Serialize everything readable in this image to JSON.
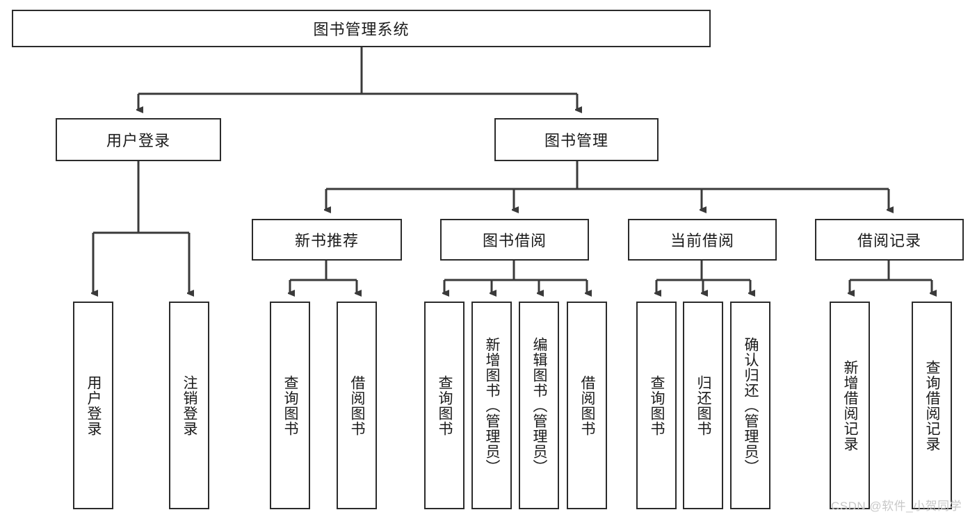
{
  "diagram": {
    "type": "tree",
    "title": "图书管理系统",
    "root": {
      "label": "图书管理系统"
    },
    "level2": [
      {
        "id": "user-login",
        "label": "用户登录"
      },
      {
        "id": "book-management",
        "label": "图书管理"
      }
    ],
    "level3": [
      {
        "id": "new-book-recommend",
        "label": "新书推荐"
      },
      {
        "id": "book-borrow",
        "label": "图书借阅"
      },
      {
        "id": "current-borrow",
        "label": "当前借阅"
      },
      {
        "id": "borrow-record",
        "label": "借阅记录"
      }
    ],
    "leaves": {
      "user_login": [
        {
          "id": "leaf-user-login",
          "label": "用户登录"
        },
        {
          "id": "leaf-logout-login",
          "label": "注销登录"
        }
      ],
      "new_book_recommend": [
        {
          "id": "leaf-query-book-1",
          "label": "查询图书"
        },
        {
          "id": "leaf-borrow-book-1",
          "label": "借阅图书"
        }
      ],
      "book_borrow": [
        {
          "id": "leaf-query-book-2",
          "label": "查询图书"
        },
        {
          "id": "leaf-add-book",
          "label": "新增图书（管理员）"
        },
        {
          "id": "leaf-edit-book",
          "label": "编辑图书（管理员）"
        },
        {
          "id": "leaf-borrow-book-2",
          "label": "借阅图书"
        }
      ],
      "current_borrow": [
        {
          "id": "leaf-query-book-3",
          "label": "查询图书"
        },
        {
          "id": "leaf-return-book",
          "label": "归还图书"
        },
        {
          "id": "leaf-confirm-return",
          "label": "确认归还（管理员）"
        }
      ],
      "borrow_record": [
        {
          "id": "leaf-add-record",
          "label": "新增借阅记录"
        },
        {
          "id": "leaf-query-record",
          "label": "查询借阅记录"
        }
      ]
    },
    "colors": {
      "box_border": "#2b2b2b",
      "box_fill": "#ffffff",
      "connector": "#3a3a3a",
      "text": "#1a1a1a",
      "watermark": "#c8c8c8"
    }
  },
  "watermark": {
    "text": "CSDN @软件_小贺同学"
  }
}
